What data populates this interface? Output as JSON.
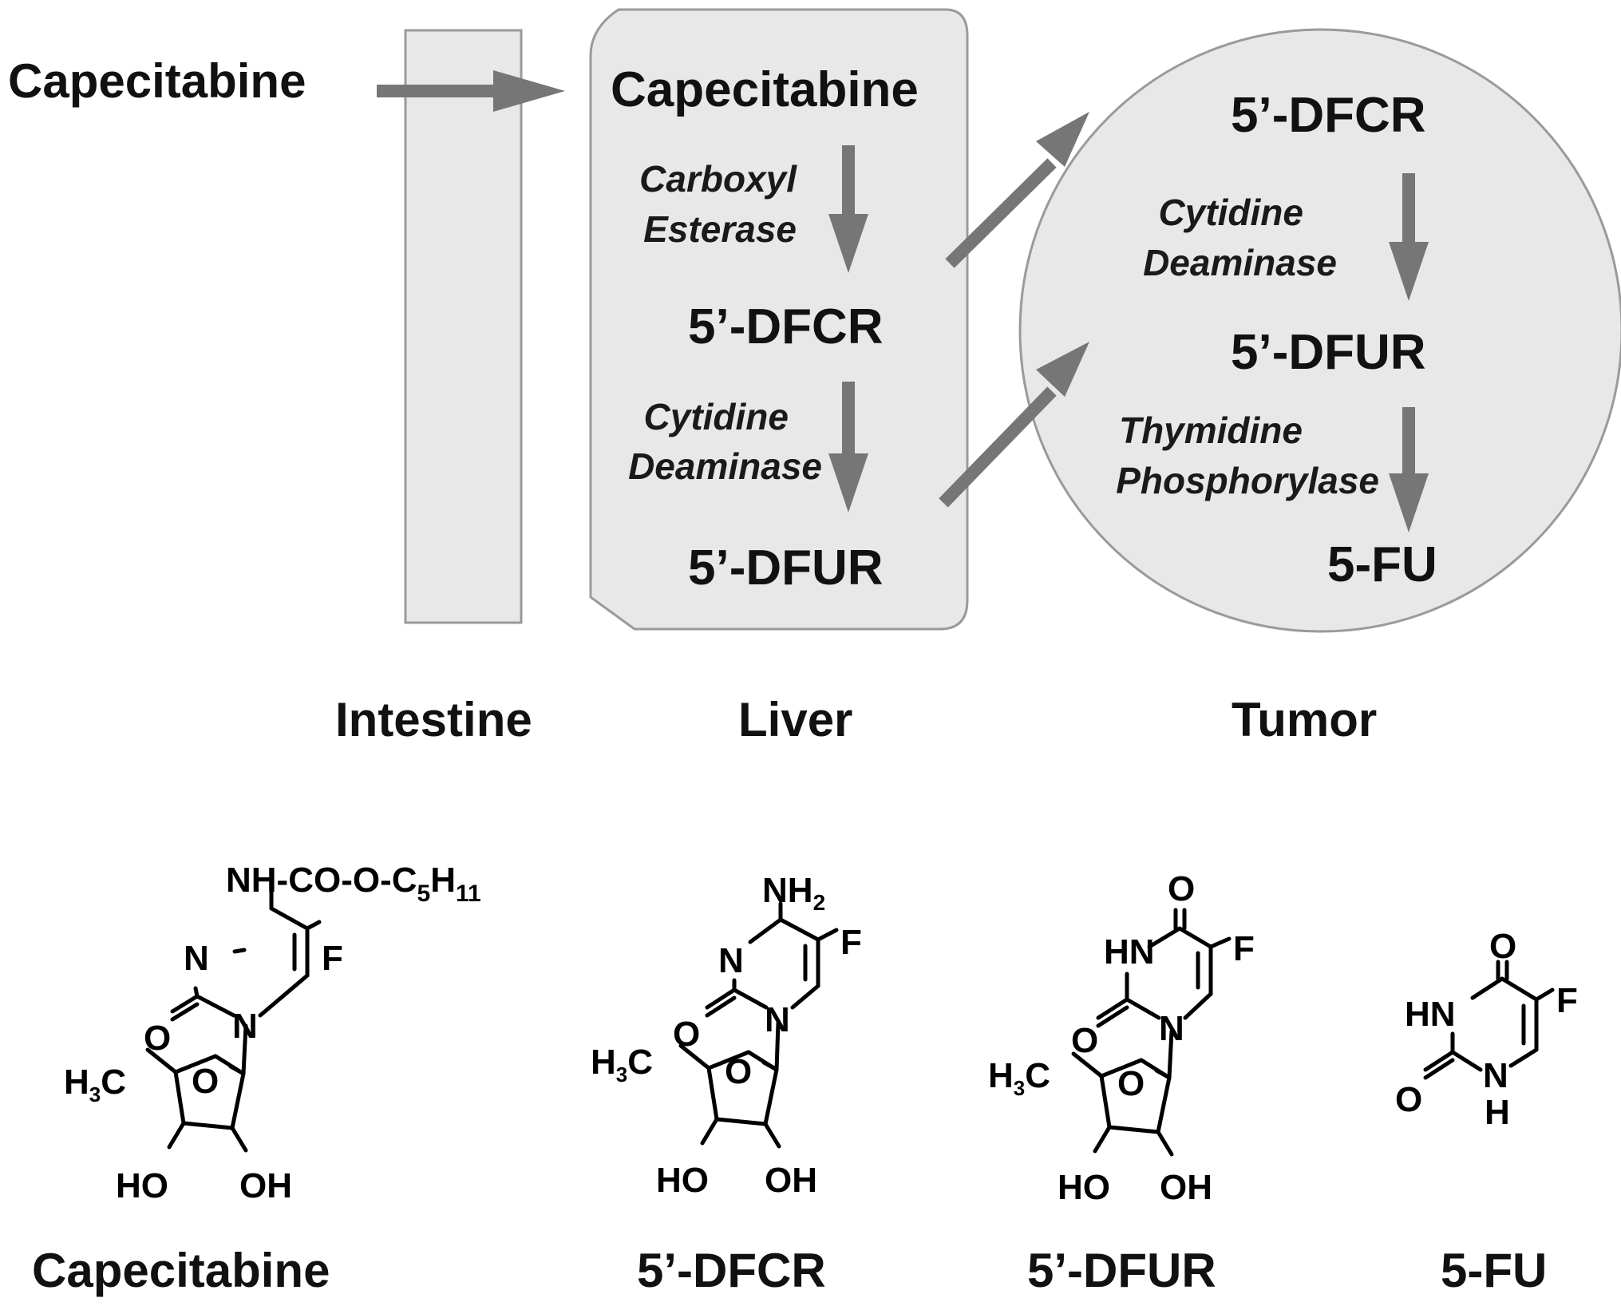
{
  "colors": {
    "organ_fill": "#e8e8e8",
    "organ_stroke": "#9a9a9a",
    "arrow": "#767676",
    "text": "#111111"
  },
  "pathway": {
    "input_label": "Capecitabine",
    "liver": {
      "compound_1": "Capecitabine",
      "enzyme_1_line1": "Carboxyl",
      "enzyme_1_line2": "Esterase",
      "compound_2": "5’-DFCR",
      "enzyme_2_line1": "Cytidine",
      "enzyme_2_line2": "Deaminase",
      "compound_3": "5’-DFUR"
    },
    "tumor": {
      "compound_1": "5’-DFCR",
      "enzyme_1_line1": "Cytidine",
      "enzyme_1_line2": "Deaminase",
      "compound_2": "5’-DFUR",
      "enzyme_2_line1": "Thymidine",
      "enzyme_2_line2": "Phosphorylase",
      "compound_3": "5-FU"
    }
  },
  "organ_labels": {
    "intestine": "Intestine",
    "liver": "Liver",
    "tumor": "Tumor"
  },
  "structures": {
    "capecitabine": {
      "name": "Capecitabine",
      "substituent_prefix": "NH-CO-O-C",
      "substituent_sub1": "5",
      "substituent_mid": "H",
      "substituent_sub2": "11"
    },
    "dfcr": {
      "name": "5’-DFCR",
      "amine": "NH",
      "amine_sub": "2"
    },
    "dfur": {
      "name": "5’-DFUR"
    },
    "fu": {
      "name": "5-FU"
    },
    "atoms": {
      "N": "N",
      "O": "O",
      "F": "F",
      "HN": "HN",
      "H": "H",
      "HO": "HO",
      "OH": "OH",
      "H3C_H": "H",
      "H3C_sub": "3",
      "H3C_C": "C"
    }
  }
}
